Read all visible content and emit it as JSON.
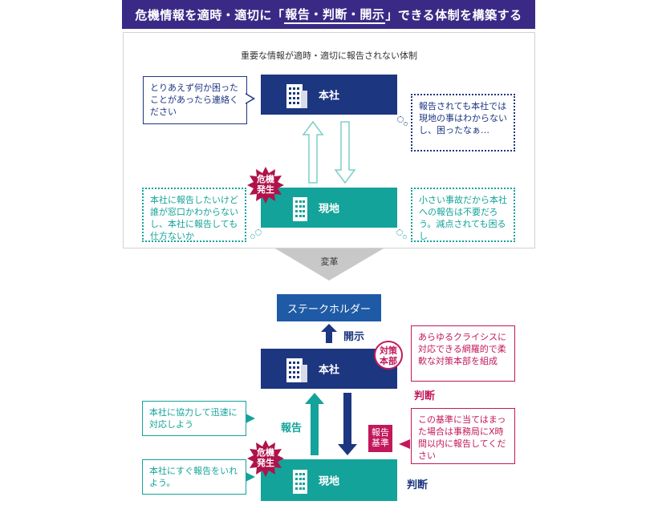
{
  "title": {
    "pre": "危機情報を適時・適切に「",
    "highlight": "報告・判断・開示",
    "post": "」できる体制を構築する"
  },
  "before": {
    "subtitle": "重要な情報が適時・適切に報告されない体制",
    "hq_label": "本社",
    "site_label": "現地",
    "crisis": "危機\n発生",
    "bubble_hq_left": "とりあえず何か困ったことがあったら連絡ください",
    "bubble_hq_right": "報告されても本社では現地の事はわからないし、困ったなぁ…",
    "bubble_site_left": "本社に報告したいけど誰が窓口かわからないし、本社に報告しても仕方ないか",
    "bubble_site_right": "小さい事故だから本社への報告は不要だろう。減点されても困るし"
  },
  "transform_label": "変革",
  "after": {
    "stakeholder": "ステークホルダー",
    "disclose": "開示",
    "hq_label": "本社",
    "site_label": "現地",
    "task_force": "対策\n本部",
    "report": "報告",
    "criteria": "報告\n基準",
    "crisis": "危機\n発生",
    "judgment_top": "判断",
    "judgment_bottom": "判断",
    "bubble_cooperate": "本社に協力して迅速に対応しよう",
    "bubble_report_now": "本社にすぐ報告をいれよう。",
    "bubble_taskforce": "あらゆるクライシスに対応できる網羅的で柔軟な対策本部を組成",
    "bubble_criteria": "この基準に当てはまった場合は事務局にX時間以内に報告してください"
  },
  "colors": {
    "navy": "#1d3680",
    "teal": "#14a39a",
    "magenta": "#c2185b",
    "title_bg": "#3a2a86",
    "stakeholder": "#1f5aa6"
  },
  "icons": [
    "building-icon",
    "crisis-burst-icon",
    "arrow-up-icon",
    "arrow-down-icon",
    "transform-chevron-icon"
  ]
}
